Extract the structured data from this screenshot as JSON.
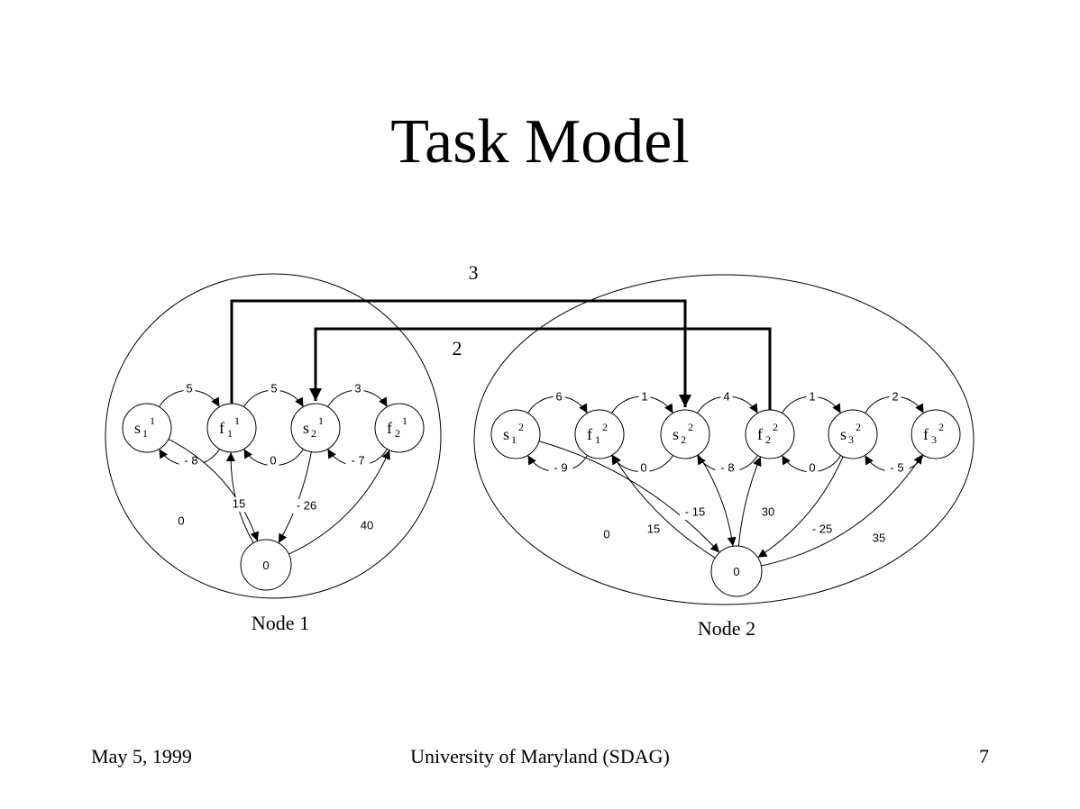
{
  "slide": {
    "title": "Task Model",
    "footer_left": "May 5, 1999",
    "footer_center": "University of Maryland (SDAG)",
    "footer_right": "7"
  },
  "diagram": {
    "clusters": [
      {
        "id": "node1",
        "label": "Node 1"
      },
      {
        "id": "node2",
        "label": "Node 2"
      }
    ],
    "nodes": [
      {
        "id": "s1_1",
        "base": "s",
        "sub": "1",
        "sup": "1",
        "cluster": "node1"
      },
      {
        "id": "f1_1",
        "base": "f",
        "sub": "1",
        "sup": "1",
        "cluster": "node1"
      },
      {
        "id": "s2_1",
        "base": "s",
        "sub": "2",
        "sup": "1",
        "cluster": "node1"
      },
      {
        "id": "f2_1",
        "base": "f",
        "sub": "2",
        "sup": "1",
        "cluster": "node1"
      },
      {
        "id": "z1",
        "base": "0",
        "sub": "",
        "sup": "",
        "cluster": "node1"
      },
      {
        "id": "s1_2",
        "base": "s",
        "sub": "1",
        "sup": "2",
        "cluster": "node2"
      },
      {
        "id": "f1_2",
        "base": "f",
        "sub": "1",
        "sup": "2",
        "cluster": "node2"
      },
      {
        "id": "s2_2",
        "base": "s",
        "sub": "2",
        "sup": "2",
        "cluster": "node2"
      },
      {
        "id": "f2_2",
        "base": "f",
        "sub": "2",
        "sup": "2",
        "cluster": "node2"
      },
      {
        "id": "s3_2",
        "base": "s",
        "sub": "3",
        "sup": "2",
        "cluster": "node2"
      },
      {
        "id": "f3_2",
        "base": "f",
        "sub": "3",
        "sup": "2",
        "cluster": "node2"
      },
      {
        "id": "z2",
        "base": "0",
        "sub": "",
        "sup": "",
        "cluster": "node2"
      }
    ],
    "edges": [
      {
        "from": "s1_1",
        "to": "f1_1",
        "weight": "5"
      },
      {
        "from": "f1_1",
        "to": "s1_1",
        "weight": "- 8"
      },
      {
        "from": "f1_1",
        "to": "s2_1",
        "weight": "5"
      },
      {
        "from": "s2_1",
        "to": "f1_1",
        "weight": "0"
      },
      {
        "from": "s2_1",
        "to": "f2_1",
        "weight": "3"
      },
      {
        "from": "f2_1",
        "to": "s2_1",
        "weight": "- 7"
      },
      {
        "from": "s1_1",
        "to": "z1",
        "weight": "0"
      },
      {
        "from": "z1",
        "to": "f1_1",
        "weight": "15"
      },
      {
        "from": "s2_1",
        "to": "z1",
        "weight": "- 26"
      },
      {
        "from": "z1",
        "to": "f2_1",
        "weight": "40"
      },
      {
        "from": "s1_2",
        "to": "f1_2",
        "weight": "6"
      },
      {
        "from": "f1_2",
        "to": "s1_2",
        "weight": "- 9"
      },
      {
        "from": "f1_2",
        "to": "s2_2",
        "weight": "1"
      },
      {
        "from": "s2_2",
        "to": "f1_2",
        "weight": "0"
      },
      {
        "from": "s2_2",
        "to": "f2_2",
        "weight": "4"
      },
      {
        "from": "f2_2",
        "to": "s2_2",
        "weight": "- 8"
      },
      {
        "from": "f2_2",
        "to": "s3_2",
        "weight": "1"
      },
      {
        "from": "s3_2",
        "to": "f2_2",
        "weight": "0"
      },
      {
        "from": "s3_2",
        "to": "f3_2",
        "weight": "2"
      },
      {
        "from": "f3_2",
        "to": "s3_2",
        "weight": "- 5"
      },
      {
        "from": "s1_2",
        "to": "z2",
        "weight": "0"
      },
      {
        "from": "z2",
        "to": "f1_2",
        "weight": "15"
      },
      {
        "from": "s2_2",
        "to": "z2",
        "weight": "- 15"
      },
      {
        "from": "z2",
        "to": "f2_2",
        "weight": "30"
      },
      {
        "from": "s3_2",
        "to": "z2",
        "weight": "- 25"
      },
      {
        "from": "z2",
        "to": "f3_2",
        "weight": "35"
      },
      {
        "from": "f1_1",
        "to": "s2_2",
        "weight": "3",
        "cross": true
      },
      {
        "from": "f2_2",
        "to": "s2_1",
        "weight": "2",
        "cross": true
      }
    ]
  }
}
